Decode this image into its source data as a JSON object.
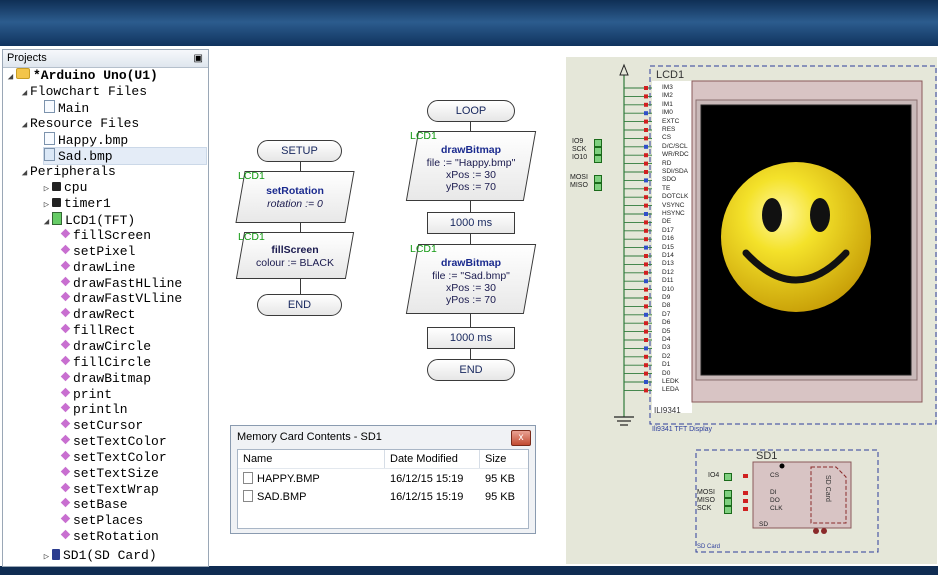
{
  "projects": {
    "title": "Projects",
    "root": "*Arduino Uno(U1)",
    "flowchart_files": "Flowchart Files",
    "main": "Main",
    "resource_files": "Resource Files",
    "happy": "Happy.bmp",
    "sad": "Sad.bmp",
    "peripherals": "Peripherals",
    "cpu": "cpu",
    "timer1": "timer1",
    "lcd1": "LCD1(TFT)",
    "methods": [
      "fillScreen",
      "setPixel",
      "drawLine",
      "drawFastHLline",
      "drawFastVLline",
      "drawRect",
      "fillRect",
      "drawCircle",
      "fillCircle",
      "drawBitmap",
      "print",
      "println",
      "setCursor",
      "setTextColor",
      "setTextColor",
      "setTextSize",
      "setTextWrap",
      "setBase",
      "setPlaces",
      "setRotation"
    ],
    "sd1": "SD1(SD Card)"
  },
  "flow": {
    "setup": "SETUP",
    "end": "END",
    "loop": "LOOP",
    "end2": "END",
    "lcd1": "LCD1",
    "setRotation": "setRotation",
    "rotation": "rotation := 0",
    "fillScreen": "fillScreen",
    "colour": "colour := BLACK",
    "drawBitmap": "drawBitmap",
    "file1": "file := \"Happy.bmp\"",
    "file2": "file := \"Sad.bmp\"",
    "xpos": "xPos := 30",
    "ypos": "yPos := 70",
    "delay": "1000 ms"
  },
  "memory_card": {
    "title": "Memory Card Contents - SD1",
    "close": "x",
    "headers": [
      "Name",
      "Date Modified",
      "Size"
    ],
    "rows": [
      {
        "name": "HAPPY.BMP",
        "date": "16/12/15 15:19",
        "size": "95 KB"
      },
      {
        "name": "SAD.BMP",
        "date": "16/12/15 15:19",
        "size": "95 KB"
      }
    ]
  },
  "schematic": {
    "lcd_label": "LCD1",
    "lcd_pins": [
      "IM3",
      "IM2",
      "IM1",
      "IM0",
      "EXTC",
      "RES",
      "CS",
      "D/C/SCL",
      "WR/RDC",
      "RD",
      "SDI/SDA",
      "SDO",
      "TE",
      "DOTCLK",
      "VSYNC",
      "HSYNC",
      "DE",
      "D17",
      "D16",
      "D15",
      "D14",
      "D13",
      "D12",
      "D11",
      "D10",
      "D9",
      "D8",
      "D7",
      "D6",
      "D5",
      "D4",
      "D3",
      "D2",
      "D1",
      "D0",
      "LEDK",
      "LEDA"
    ],
    "chip": "ILI9341",
    "lcd_caption": "Ili9341 TFT Display",
    "io_labels": [
      "IO9",
      "SCK",
      "IO10",
      "MOSI",
      "MISO"
    ],
    "sd_label": "SD1",
    "sd_left": [
      "IO4",
      "MOSI",
      "MISO",
      "SCK"
    ],
    "sd_pins": [
      "CS",
      "DI",
      "DO",
      "CLK",
      "SD"
    ],
    "sd_card_text": "SD Card",
    "sd_caption": "SD Card",
    "colors": {
      "screen": "#000000",
      "smiley": "#f4e22a",
      "frame": "#d9c3c3",
      "wire": "#2f7a3a"
    }
  }
}
